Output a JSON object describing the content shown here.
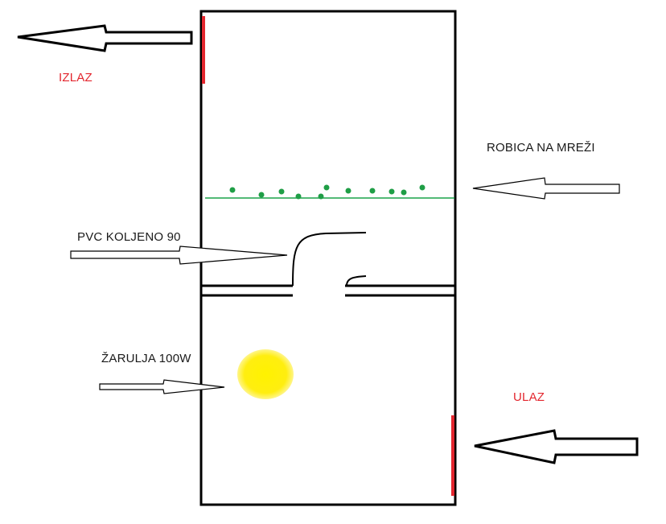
{
  "labels": {
    "izlaz": "IZLAZ",
    "ulaz": "ULAZ",
    "robica": "ROBICA NA MREŽI",
    "pvc": "PVC KOLJENO 90",
    "zarulja": "ŽARULJA 100W"
  },
  "colors": {
    "box": "#000000",
    "vent": "#e3262e",
    "label_red": "#e3262e",
    "label_black": "#1a1a1a",
    "mesh": "#1aa34a",
    "produce": "#1f9e46",
    "bulb": "#ffee10",
    "arrow": "#000000"
  },
  "icons": {
    "exit_arrow": "left-arrow-icon",
    "inlet_arrow": "left-arrow-icon",
    "pointer_arrow": "right-arrow-icon",
    "bulb": "light-bulb-icon"
  }
}
